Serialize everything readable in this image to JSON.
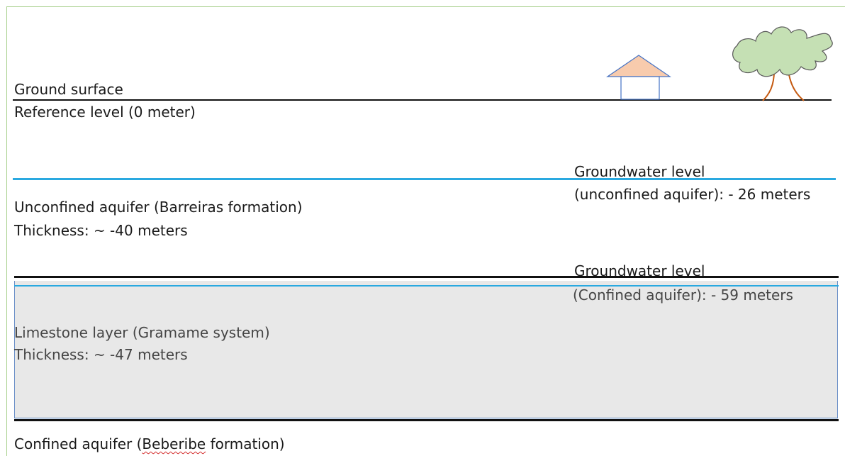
{
  "ground": {
    "surface_label": "Ground surface",
    "reference_label": "Reference level (0 meter)"
  },
  "unconfined": {
    "gw_label_line1": "Groundwater level",
    "gw_label_line2": "(unconfined aquifer): - 26 meters",
    "aquifer_label": "Unconfined aquifer (Barreiras formation)",
    "thickness_label": "Thickness: ~ -40 meters"
  },
  "confined_gw": {
    "label_line1": "Groundwater level",
    "label_line2": "(Confined aquifer): - 59 meters"
  },
  "limestone": {
    "layer_label": "Limestone layer (Gramame system)",
    "thickness_label": "Thickness: ~ -47 meters"
  },
  "confined_aquifer": {
    "label_prefix": "Confined aquifer (",
    "label_word": "Beberibe",
    "label_suffix": " formation)"
  },
  "colors": {
    "ground_line": "#111111",
    "water_table": "#2aa9e0",
    "limestone_fill": "#e8e8e8",
    "house_roof": "#f8cbad",
    "house_outline": "#4472c4",
    "tree_canopy": "#c5e0b4",
    "tree_trunk": "#c55a11"
  },
  "icons": [
    "house-icon",
    "tree-icon"
  ]
}
